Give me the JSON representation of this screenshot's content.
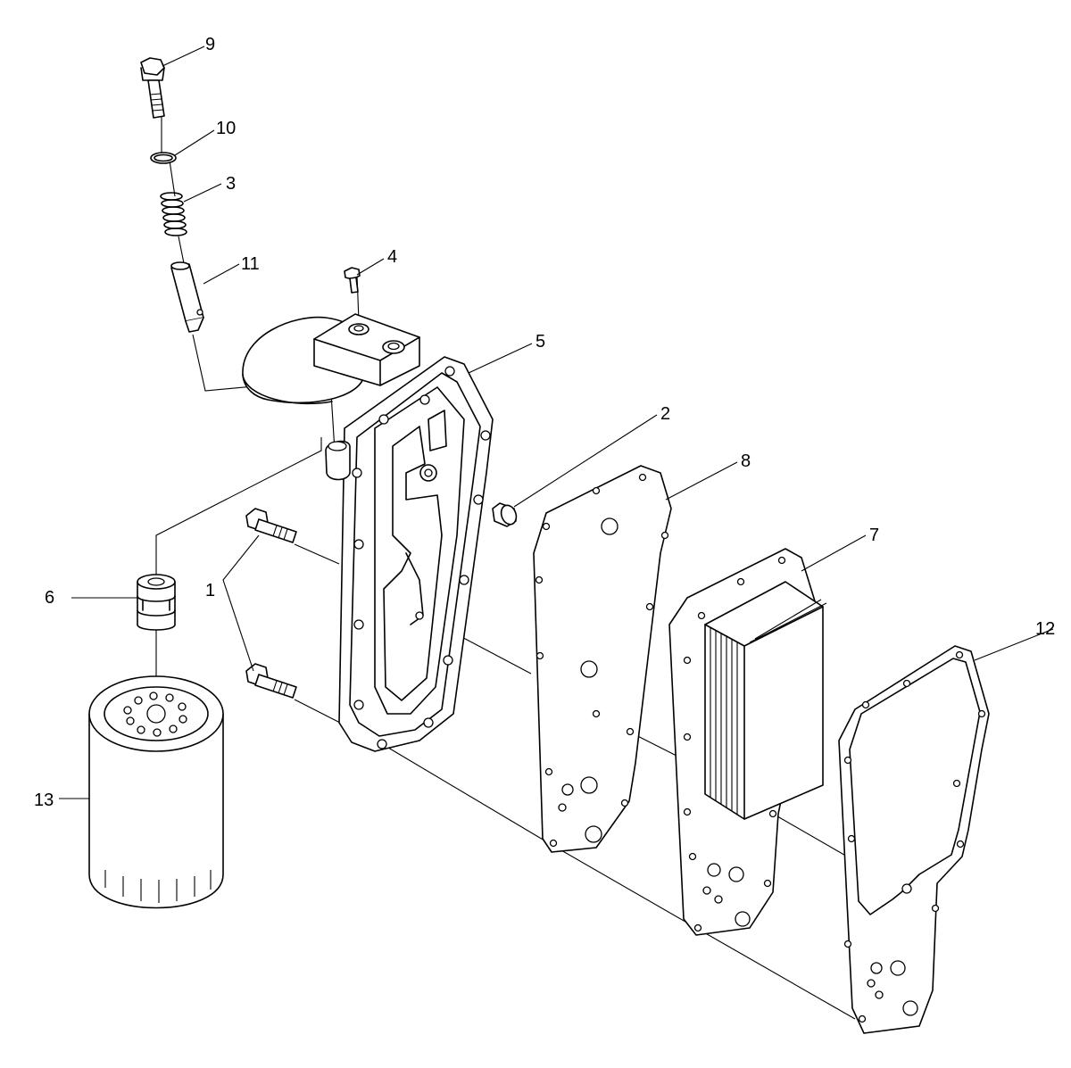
{
  "diagram": {
    "type": "exploded-parts-view",
    "callouts": [
      {
        "id": "1",
        "label": "1"
      },
      {
        "id": "2",
        "label": "2"
      },
      {
        "id": "3",
        "label": "3"
      },
      {
        "id": "4",
        "label": "4"
      },
      {
        "id": "5",
        "label": "5"
      },
      {
        "id": "6",
        "label": "6"
      },
      {
        "id": "7",
        "label": "7"
      },
      {
        "id": "8",
        "label": "8"
      },
      {
        "id": "9",
        "label": "9"
      },
      {
        "id": "10",
        "label": "10"
      },
      {
        "id": "11",
        "label": "11"
      },
      {
        "id": "12",
        "label": "12"
      },
      {
        "id": "13",
        "label": "13"
      }
    ],
    "line_color": "#000000",
    "background": "#ffffff"
  }
}
